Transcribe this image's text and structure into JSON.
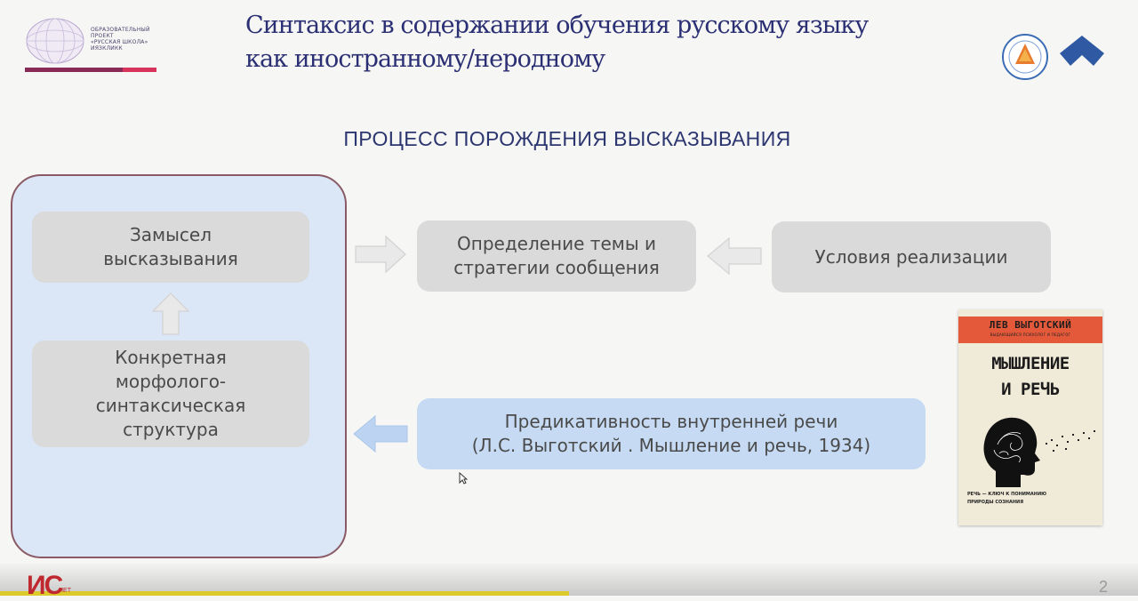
{
  "header": {
    "logo_left": {
      "text": "ОБРАЗОВАТЕЛЬНЫЙ\nПРОЕКТ\n«РУССКАЯ ШКОЛА»\nИЯЗКЛИКК"
    },
    "title_line1": "Синтаксис в содержании обучения русскому языку",
    "title_line2": "как иностранному/неродному"
  },
  "section_heading": "ПРОЦЕСС ПОРОЖДЕНИЯ ВЫСКАЗЫВАНИЯ",
  "diagram": {
    "idea": "Замысел\nвысказывания",
    "structure": "Конкретная\nморфолого-\nсинтаксическая\nструктура",
    "topic": "Определение темы и\nстратегии сообщения",
    "conditions": "Условия реализации",
    "predicativity": "Предикативность внутренней речи\n(Л.С. Выготский . Мышление и речь, 1934)"
  },
  "book": {
    "author": "ЛЕВ ВЫГОТСКИЙ",
    "author_sub": "ВЫДАЮЩИЙСЯ ПСИХОЛОГ И ПЕДАГОГ",
    "title": "МЫШЛЕНИЕ\nИ РЕЧЬ",
    "tagline": "РЕЧЬ — КЛЮЧ К ПОНИМАНИЮ\nПРИРОДЫ СОЗНАНИЯ"
  },
  "footer": {
    "logo": "ИС",
    "logo_sub": "ПЕТ",
    "page_number": "2"
  },
  "colors": {
    "title": "#2b2f73",
    "panel_fill": "#dbe7f6",
    "panel_border": "#8a5a66",
    "box_gray": "#dadada",
    "box_blue": "#c6dbf3",
    "book_band": "#e4593a"
  }
}
